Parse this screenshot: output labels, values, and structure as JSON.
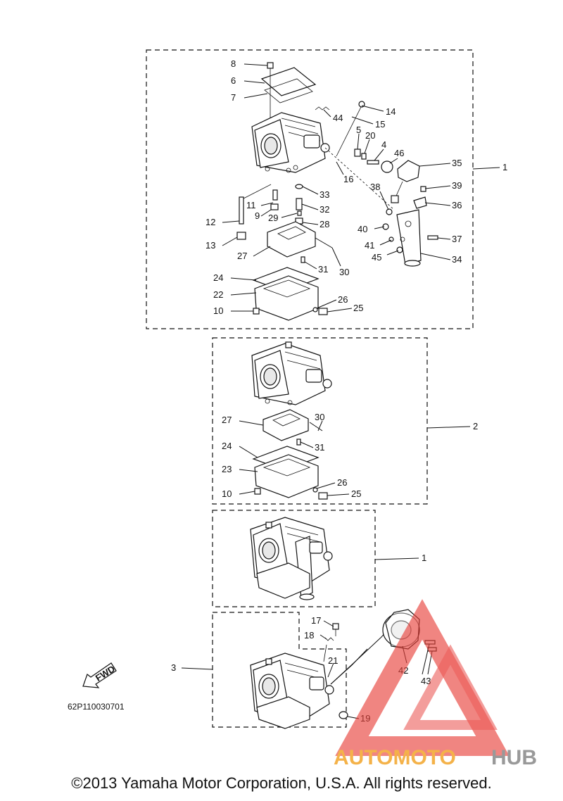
{
  "labels": {
    "l8": "8",
    "l6": "6",
    "l7": "7",
    "l14": "14",
    "l15": "15",
    "l44": "44",
    "l5": "5",
    "l20": "20",
    "l4": "4",
    "l46": "46",
    "l35": "35",
    "l1a": "1",
    "l16": "16",
    "l38": "38",
    "l39": "39",
    "l36": "36",
    "l33": "33",
    "l11": "11",
    "l32": "32",
    "l9": "9",
    "l29": "29",
    "l28": "28",
    "l12": "12",
    "l40": "40",
    "l37": "37",
    "l13": "13",
    "l41": "41",
    "l45": "45",
    "l34": "34",
    "l27a": "27",
    "l31a": "31",
    "l30a": "30",
    "l24a": "24",
    "l22": "22",
    "l26a": "26",
    "l10a": "10",
    "l25a": "25",
    "l2": "2",
    "l30b": "30",
    "l27b": "27",
    "l31b": "31",
    "l24b": "24",
    "l23": "23",
    "l26b": "26",
    "l10b": "10",
    "l25b": "25",
    "l1b": "1",
    "l17": "17",
    "l18": "18",
    "l21": "21",
    "l42": "42",
    "l43": "43",
    "l3": "3",
    "l19": "19"
  },
  "fwd_label": "FWD",
  "diagram_code": "62P110030701",
  "copyright": "©2013 Yamaha Motor Corporation, U.S.A. All rights reserved.",
  "watermark": {
    "part1": "AUTOMOTO",
    "part2": "HUB"
  },
  "colors": {
    "watermark_red": "#e8403a",
    "watermark_orange": "#f3a52a",
    "watermark_gray": "#888888"
  }
}
